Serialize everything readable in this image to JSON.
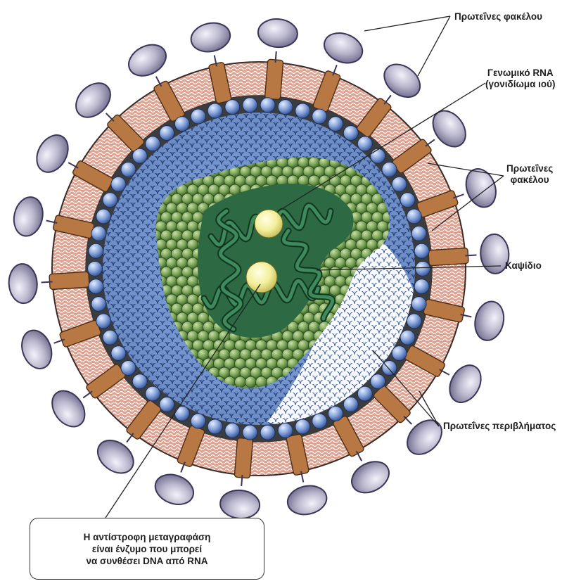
{
  "labels": {
    "envelope_proteins_top": "Πρωτεΐνες φακέλου",
    "genomic_rna_line1": "Γενωμικό RNA",
    "genomic_rna_line2": "(γονιδίωμα ιού)",
    "envelope_proteins_mid_line1": "Πρωτεΐνες",
    "envelope_proteins_mid_line2": "φακέλου",
    "capsid": "Καψίδιο",
    "coat_proteins": "Πρωτεΐνες περιβλήματος"
  },
  "callout": {
    "line1": "Η αντίστροφη μεταγραφάση",
    "line2": "είναι ένζυμο που μπορεί",
    "line3": "να συνθέσει DNA από RNA"
  },
  "colors": {
    "spike_fill": "#b7b4c8",
    "spike_stroke": "#3a3658",
    "stalk_fill": "#b87844",
    "membrane_fill": "#d99a88",
    "dark_ring": "#3a3d3f",
    "bead_fill": "#7f9fd6",
    "matrix_fill": "#4f6fb0",
    "capsid_fill": "#6f9a4e",
    "capsid_dark": "#2d5a2a",
    "rna_fill": "#1f5a3a",
    "enzyme_fill": "#f3f1a0",
    "label_text": "#1e1e1e"
  }
}
